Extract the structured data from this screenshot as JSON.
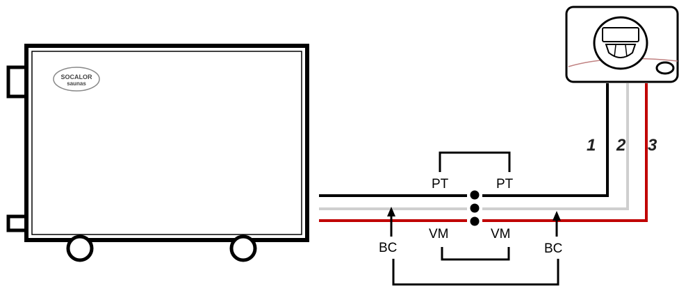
{
  "heater": {
    "logo_line1": "SOCALOR",
    "logo_line2": "saunas"
  },
  "wires": [
    {
      "number": "1",
      "color": "#000000"
    },
    {
      "number": "2",
      "color": "#cccccc"
    },
    {
      "number": "3",
      "color": "#c00000"
    }
  ],
  "labels": {
    "pt_left": "PT",
    "pt_right": "PT",
    "vm_left": "VM",
    "vm_right": "VM",
    "bc_left": "BC",
    "bc_right": "BC"
  }
}
